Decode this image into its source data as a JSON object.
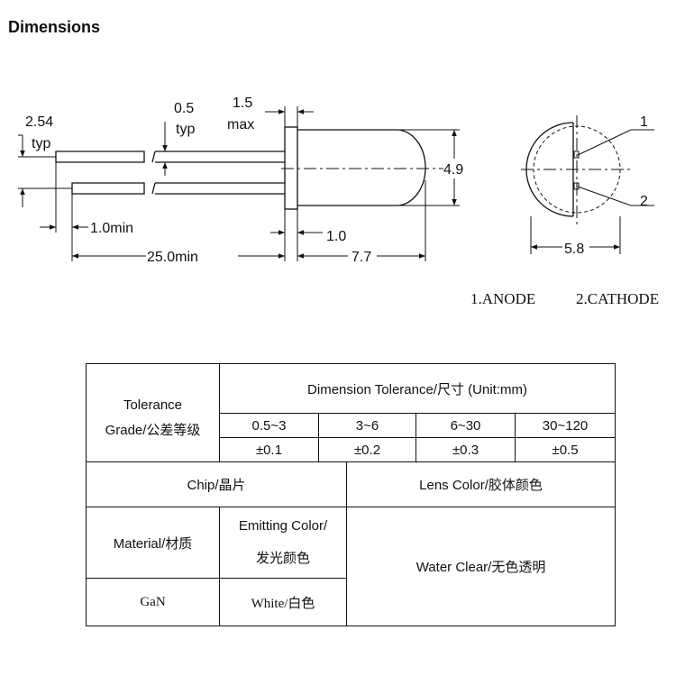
{
  "title": "Dimensions",
  "drawing": {
    "pitch": "2.54",
    "pitch_note": "typ",
    "lead_width": "0.5",
    "lead_width_note": "typ",
    "flange": "1.5",
    "flange_note": "max",
    "lead_min": "1.0min",
    "lead_length": "25.0min",
    "stand_off": "1.0",
    "body_length": "7.7",
    "body_dia": "4.9",
    "flange_dia": "5.8",
    "pin1": "1",
    "pin2": "2",
    "pin_legend_1": "1.ANODE",
    "pin_legend_2": "2.CATHODE"
  },
  "table": {
    "tolerance_label_1": "Tolerance",
    "tolerance_label_2": "Grade/公差等级",
    "dimension_header": "Dimension Tolerance/尺寸 (Unit:mm)",
    "ranges": [
      "0.5~3",
      "3~6",
      "6~30",
      "30~120"
    ],
    "tolerances": [
      "±0.1",
      "±0.2",
      "±0.3",
      "±0.5"
    ],
    "chip_header": "Chip/晶片",
    "lens_header": "Lens Color/胶体颜色",
    "material_label": "Material/材质",
    "emitting_label_1": "Emitting Color/",
    "emitting_label_2": "发光颜色",
    "lens_value": "Water Clear/无色透明",
    "material_value": "GaN",
    "emitting_value": "White/白色"
  }
}
